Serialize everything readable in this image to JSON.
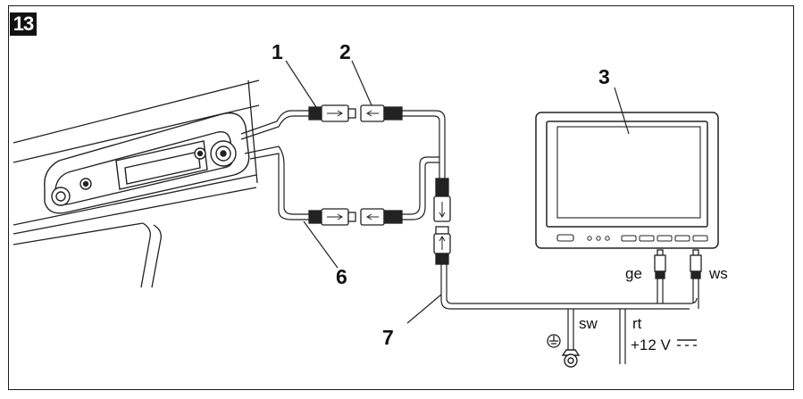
{
  "figure": {
    "number": "13"
  },
  "callouts": {
    "c1": "1",
    "c2": "2",
    "c3": "3",
    "c6": "6",
    "c7": "7"
  },
  "wire_labels": {
    "ge": "ge",
    "ws": "ws",
    "sw": "sw",
    "rt": "rt",
    "voltage": "+12 V"
  },
  "icons": {
    "ground": "ground-symbol-icon",
    "dc": "dc-symbol-icon"
  }
}
